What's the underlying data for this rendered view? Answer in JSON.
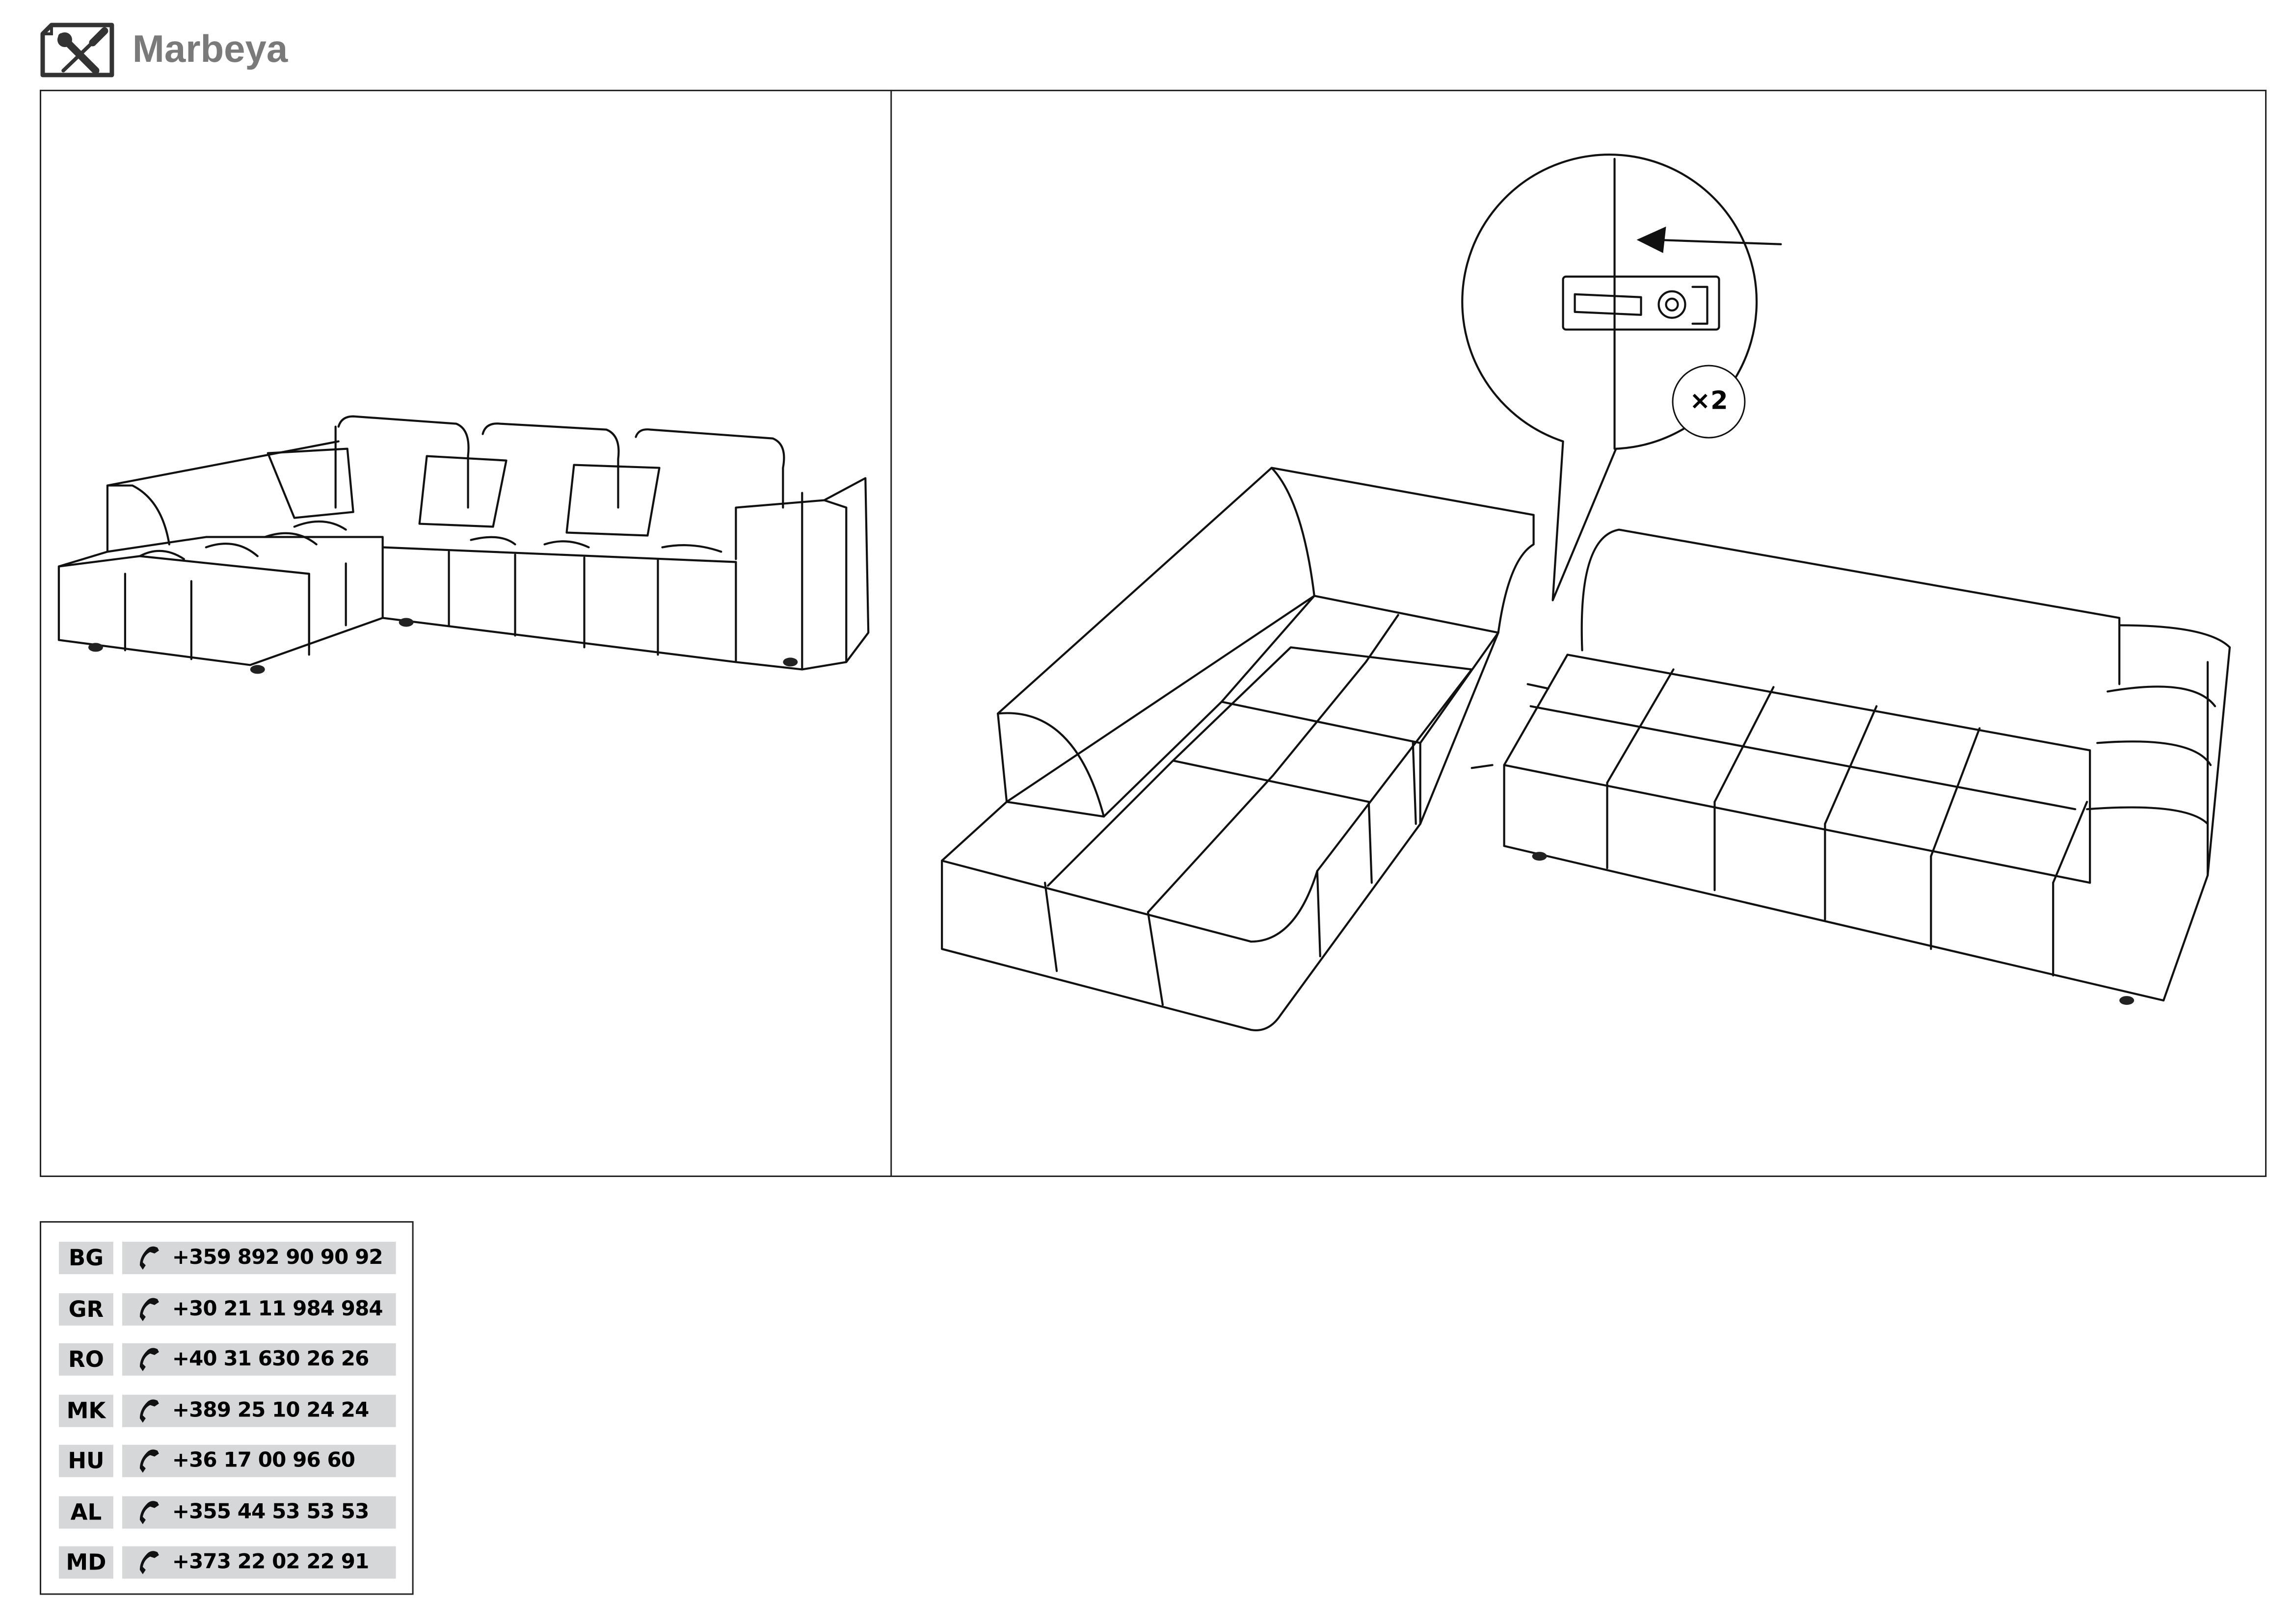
{
  "header": {
    "title": "Marbeya",
    "icon": "tools-document-icon"
  },
  "callout": {
    "quantity_label": "×2"
  },
  "contacts": [
    {
      "country": "BG",
      "phone": "+359 892 90 90 92"
    },
    {
      "country": "GR",
      "phone": "+30 21 11 984 984"
    },
    {
      "country": "RO",
      "phone": "+40 31 630 26 26"
    },
    {
      "country": "MK",
      "phone": "+389 25 10 24 24"
    },
    {
      "country": "HU",
      "phone": "+36 17 00 96 60"
    },
    {
      "country": "AL",
      "phone": "+355 44 53 53 53"
    },
    {
      "country": "MD",
      "phone": "+373 22 02 22 91"
    }
  ],
  "colors": {
    "title": "#7a7a7a",
    "row_bg": "#d6d7d9",
    "line": "#111111"
  }
}
